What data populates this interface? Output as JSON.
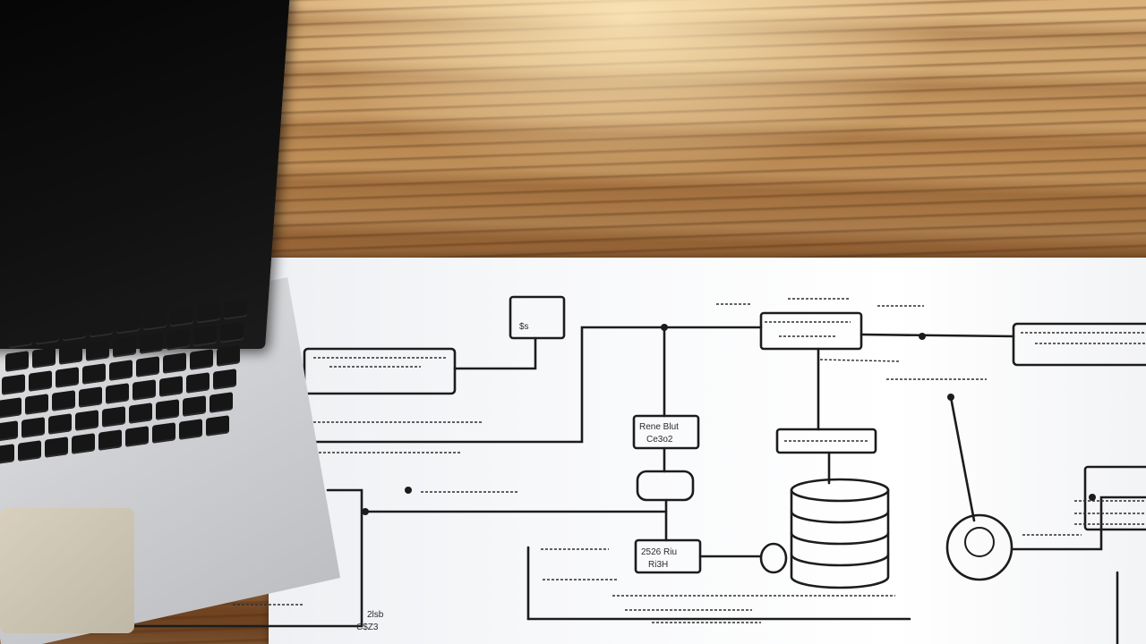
{
  "scene": {
    "description_free": true,
    "palette": {
      "wood_light": "#d9b07a",
      "wood_dark": "#6b4120",
      "paper": "#f7f8fa",
      "ink": "#1c1c1c",
      "laptop_silver": "#cfd0d3",
      "keycap": "#161616"
    }
  },
  "diagram_labels": [
    "$s",
    "Rene Blut",
    "Ce3o2",
    "2526 Riu",
    "Ri3H",
    "2lsb",
    "C$Z3"
  ]
}
